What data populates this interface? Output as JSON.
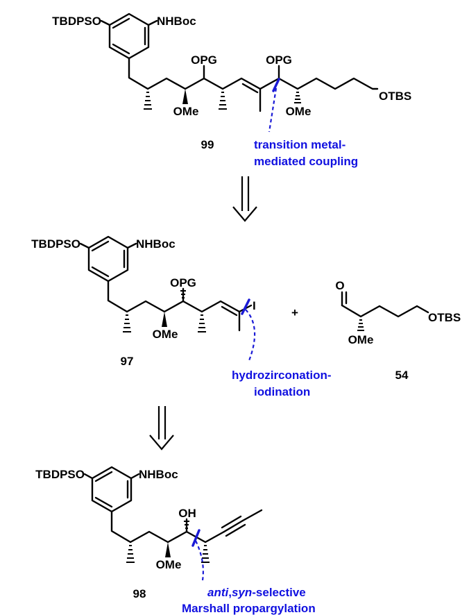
{
  "colors": {
    "bond": "#000000",
    "annotation": "#1010e0"
  },
  "compounds": {
    "c99": {
      "number": "99",
      "groups": {
        "tbdpso": "TBDPSO",
        "nhboc": "NHBoc",
        "opg1": "OPG",
        "opg2": "OPG",
        "ome1": "OMe",
        "ome2": "OMe",
        "otbs": "OTBS"
      },
      "annotation": {
        "line1": "transition metal-",
        "line2": "mediated coupling"
      }
    },
    "c97": {
      "number": "97",
      "groups": {
        "tbdpso": "TBDPSO",
        "nhboc": "NHBoc",
        "opg": "OPG",
        "ome": "OMe",
        "iodo": "I"
      },
      "annotation": {
        "line1": "hydrozirconation-",
        "line2": "iodination"
      }
    },
    "plus": "+",
    "c54": {
      "number": "54",
      "groups": {
        "oxo": "O",
        "ome": "OMe",
        "otbs": "OTBS"
      }
    },
    "c98": {
      "number": "98",
      "groups": {
        "tbdpso": "TBDPSO",
        "nhboc": "NHBoc",
        "oh": "OH",
        "ome": "OMe"
      },
      "annotation": {
        "italic1": "anti",
        "comma": ",",
        "italic2": "syn",
        "rest": "-selective",
        "line2": "Marshall propargylation"
      }
    }
  },
  "arrows": [
    "retrosynthesis-arrow",
    "retrosynthesis-arrow"
  ]
}
